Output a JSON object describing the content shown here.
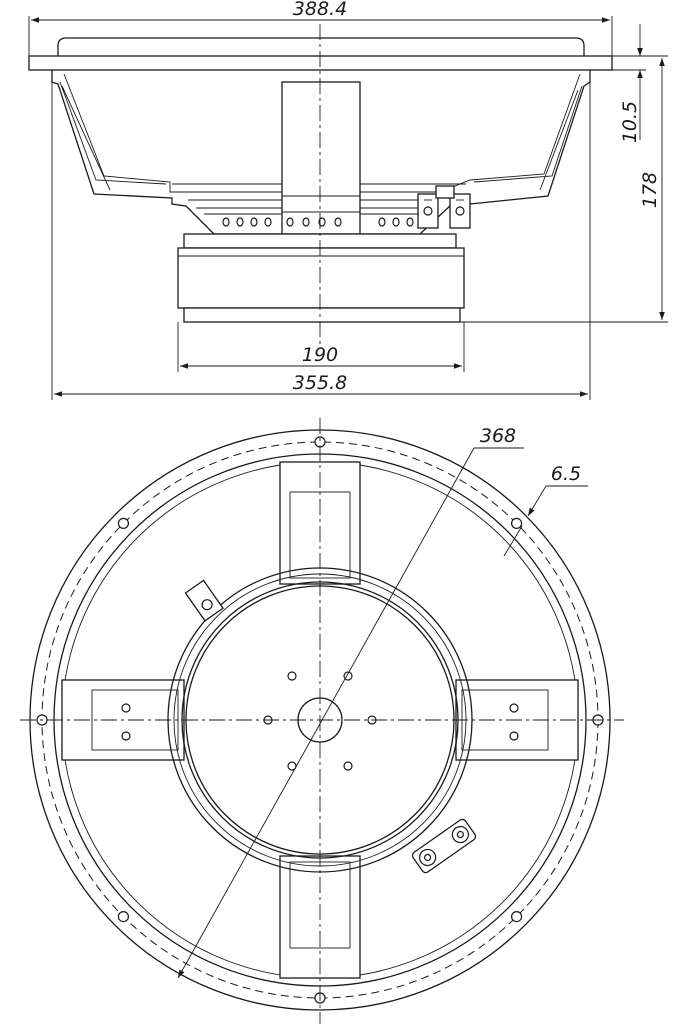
{
  "side_view": {
    "dimensions": {
      "frame_diameter": "388.4",
      "flange_thickness": "10.5",
      "total_depth": "178",
      "magnet_diameter": "190",
      "mount_diameter": "355.8"
    }
  },
  "front_view": {
    "dimensions": {
      "bolt_circle_diameter": "368",
      "mounting_hole_diameter": "6.5"
    }
  }
}
